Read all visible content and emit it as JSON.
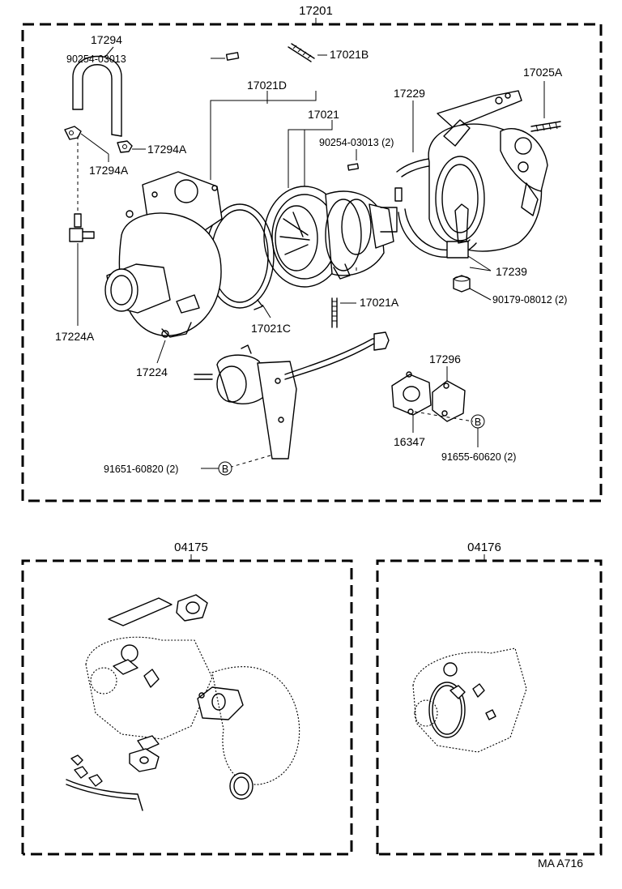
{
  "diagram": {
    "main_assembly_label": "17201",
    "kit_left_label": "04175",
    "kit_right_label": "04176",
    "footer_code": "MA  A716",
    "callouts": {
      "hose": "17294",
      "clip_b": "17294A",
      "clip_a": "17294A",
      "pin_top": "90254-03013",
      "stud_top": "17021B",
      "cartridge_bracket": "17021D",
      "cartridge": "17021",
      "pin_right": "90254-03013 (2)",
      "clamp_upper": "17229",
      "stud_right": "17025A",
      "clamp_lower": "17239",
      "nut": "90179-08012 (2)",
      "stud_bottom": "17021A",
      "snap_ring": "17021C",
      "union": "17224A",
      "turbine_housing": "17224",
      "gasket_right": "17296",
      "gasket_left": "16347",
      "bolt_b_left": "91651-60820 (2)",
      "bolt_b_right": "91655-60620 (2)",
      "marker_b_left": "B",
      "marker_b_right": "B"
    }
  }
}
